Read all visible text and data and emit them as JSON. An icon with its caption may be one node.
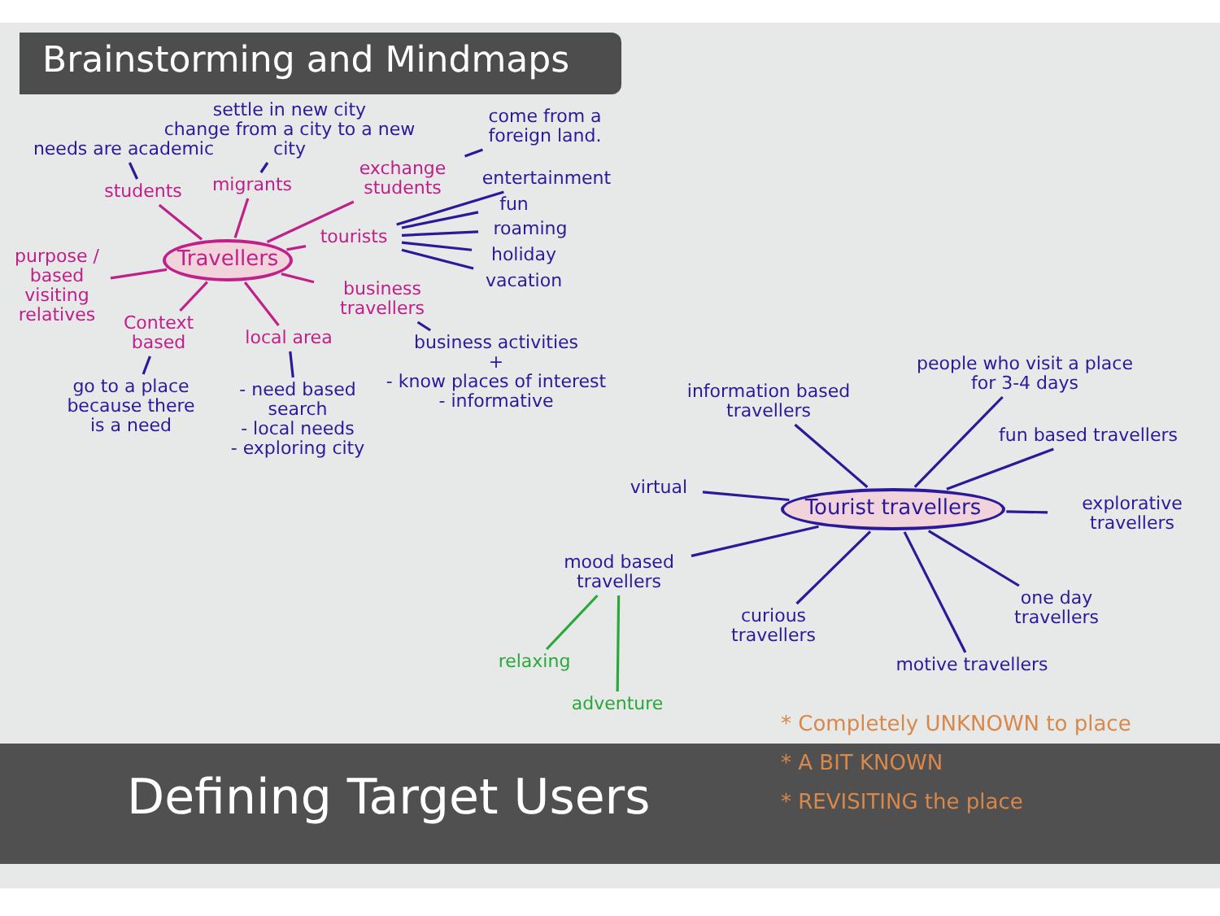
{
  "diagram": {
    "title": "Brainstorming and Mindmaps",
    "caption": "Defining Target Users",
    "nodes": [
      {
        "text": [
          "Travellers"
        ]
      },
      {
        "text": [
          "students"
        ]
      },
      {
        "text": [
          "needs are academic"
        ]
      },
      {
        "text": [
          "migrants"
        ]
      },
      {
        "text": [
          "settle in new city",
          "change from a city to a new city"
        ]
      },
      {
        "text": [
          "exchange students"
        ]
      },
      {
        "text": [
          "come from a foreign land."
        ]
      },
      {
        "text": [
          "tourists"
        ]
      },
      {
        "text": [
          "entertainment"
        ]
      },
      {
        "text": [
          "fun"
        ]
      },
      {
        "text": [
          "roaming"
        ]
      },
      {
        "text": [
          "holiday"
        ]
      },
      {
        "text": [
          "vacation"
        ]
      },
      {
        "text": [
          "business travellers"
        ]
      },
      {
        "text": [
          "business activities",
          "+",
          "- know places of interest",
          "- informative"
        ]
      },
      {
        "text": [
          "local area"
        ]
      },
      {
        "text": [
          "- need based search",
          "- local needs",
          "- exploring city"
        ]
      },
      {
        "text": [
          "Context based"
        ]
      },
      {
        "text": [
          "go to a place because there is a need"
        ]
      },
      {
        "text": [
          "purpose / based",
          "visiting relatives"
        ]
      },
      {
        "text": [
          "Tourist travellers"
        ]
      },
      {
        "text": [
          "information based travellers"
        ]
      },
      {
        "text": [
          "people who visit a place for 3-4 days"
        ]
      },
      {
        "text": [
          "fun based travellers"
        ]
      },
      {
        "text": [
          "explorative travellers"
        ]
      },
      {
        "text": [
          "one day travellers"
        ]
      },
      {
        "text": [
          "motive travellers"
        ]
      },
      {
        "text": [
          "curious travellers"
        ]
      },
      {
        "text": [
          "mood based travellers"
        ]
      },
      {
        "text": [
          "virtual"
        ]
      },
      {
        "text": [
          "relaxing"
        ]
      },
      {
        "text": [
          "adventure"
        ]
      }
    ],
    "edges": [
      {
        "from": 0,
        "to": 1,
        "arrow": "none",
        "color": "#c0208a"
      },
      {
        "from": 1,
        "to": 2,
        "arrow": "none"
      },
      {
        "from": 0,
        "to": 3,
        "arrow": "none",
        "color": "#c0208a"
      },
      {
        "from": 3,
        "to": 4,
        "arrow": "none"
      },
      {
        "from": 0,
        "to": 5,
        "arrow": "none",
        "color": "#c0208a"
      },
      {
        "from": 5,
        "to": 6,
        "arrow": "none"
      },
      {
        "from": 0,
        "to": 7,
        "arrow": "none",
        "color": "#c0208a"
      },
      {
        "from": 7,
        "to": 8,
        "arrow": "none"
      },
      {
        "from": 7,
        "to": 9,
        "arrow": "none"
      },
      {
        "from": 7,
        "to": 10,
        "arrow": "none"
      },
      {
        "from": 7,
        "to": 11,
        "arrow": "none"
      },
      {
        "from": 7,
        "to": 12,
        "arrow": "none"
      },
      {
        "from": 0,
        "to": 13,
        "arrow": "none",
        "color": "#c0208a"
      },
      {
        "from": 13,
        "to": 14,
        "arrow": "none"
      },
      {
        "from": 0,
        "to": 15,
        "arrow": "none",
        "color": "#c0208a"
      },
      {
        "from": 15,
        "to": 16,
        "arrow": "none"
      },
      {
        "from": 0,
        "to": 17,
        "arrow": "none",
        "color": "#c0208a"
      },
      {
        "from": 17,
        "to": 18,
        "arrow": "none"
      },
      {
        "from": 0,
        "to": 19,
        "arrow": "none",
        "color": "#c0208a"
      },
      {
        "from": 20,
        "to": 21,
        "arrow": "none"
      },
      {
        "from": 20,
        "to": 22,
        "arrow": "none"
      },
      {
        "from": 20,
        "to": 23,
        "arrow": "none"
      },
      {
        "from": 20,
        "to": 24,
        "arrow": "none"
      },
      {
        "from": 20,
        "to": 25,
        "arrow": "none"
      },
      {
        "from": 20,
        "to": 26,
        "arrow": "none"
      },
      {
        "from": 20,
        "to": 27,
        "arrow": "none"
      },
      {
        "from": 20,
        "to": 28,
        "arrow": "none"
      },
      {
        "from": 20,
        "to": 29,
        "arrow": "none"
      },
      {
        "from": 28,
        "to": 30,
        "arrow": "none",
        "color": "#2aa83a"
      },
      {
        "from": 28,
        "to": 31,
        "arrow": "none",
        "color": "#2aa83a"
      }
    ],
    "labels": [
      "* Completely UNKNOWN to place",
      "* A BIT KNOWN",
      "* REVISITING the place"
    ]
  }
}
